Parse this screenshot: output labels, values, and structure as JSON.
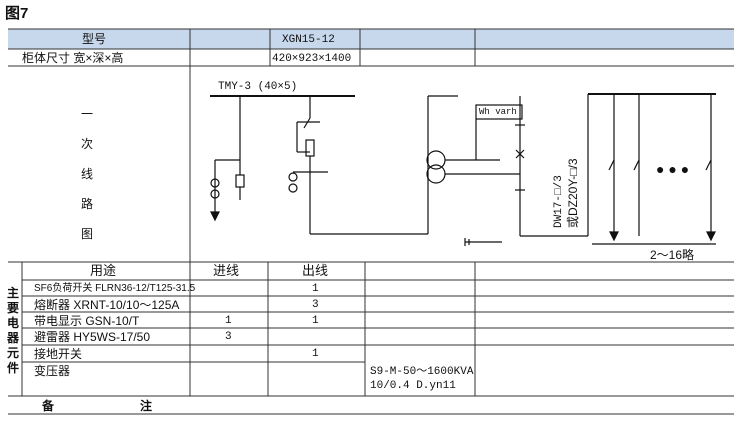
{
  "figure_label": "图7",
  "header": {
    "model_label": "型号",
    "model_value": "XGN15-12",
    "size_label": "柜体尺寸  宽×深×高",
    "size_value": "420×923×1400"
  },
  "diagram": {
    "row_label_chars": [
      "一",
      "次",
      "线",
      "路",
      "图"
    ],
    "busbar_label": "TMY-3 (40×5)",
    "meter_label": "Wh varh",
    "breaker_label_1": "DW17-□/3",
    "breaker_label_2": "或DZ20Y-□/3",
    "branch_note": "2～16略",
    "dots": "● ● ●"
  },
  "components": {
    "side_label_chars": [
      "主",
      "要",
      "电",
      "器",
      "元",
      "件"
    ],
    "col_use": "用途",
    "col_in": "进线",
    "col_out": "出线",
    "rows": [
      {
        "use": "SF6负荷开关 FLRN36-12/T125-31.5",
        "in": "",
        "out": "1"
      },
      {
        "use": "熔断器 XRNT-10/10～125A",
        "in": "",
        "out": "3"
      },
      {
        "use": "带电显示 GSN-10/T",
        "in": "1",
        "out": "1"
      },
      {
        "use": "避雷器 HY5WS-17/50",
        "in": "3",
        "out": ""
      },
      {
        "use": "接地开关",
        "in": "",
        "out": "1"
      },
      {
        "use": "变压器",
        "in": "",
        "out": ""
      }
    ],
    "transformer_spec_1": "S9-M-50～1600KVA",
    "transformer_spec_2": "10/0.4  D.yn11"
  },
  "remarks": {
    "label_1": "备",
    "label_2": "注"
  }
}
